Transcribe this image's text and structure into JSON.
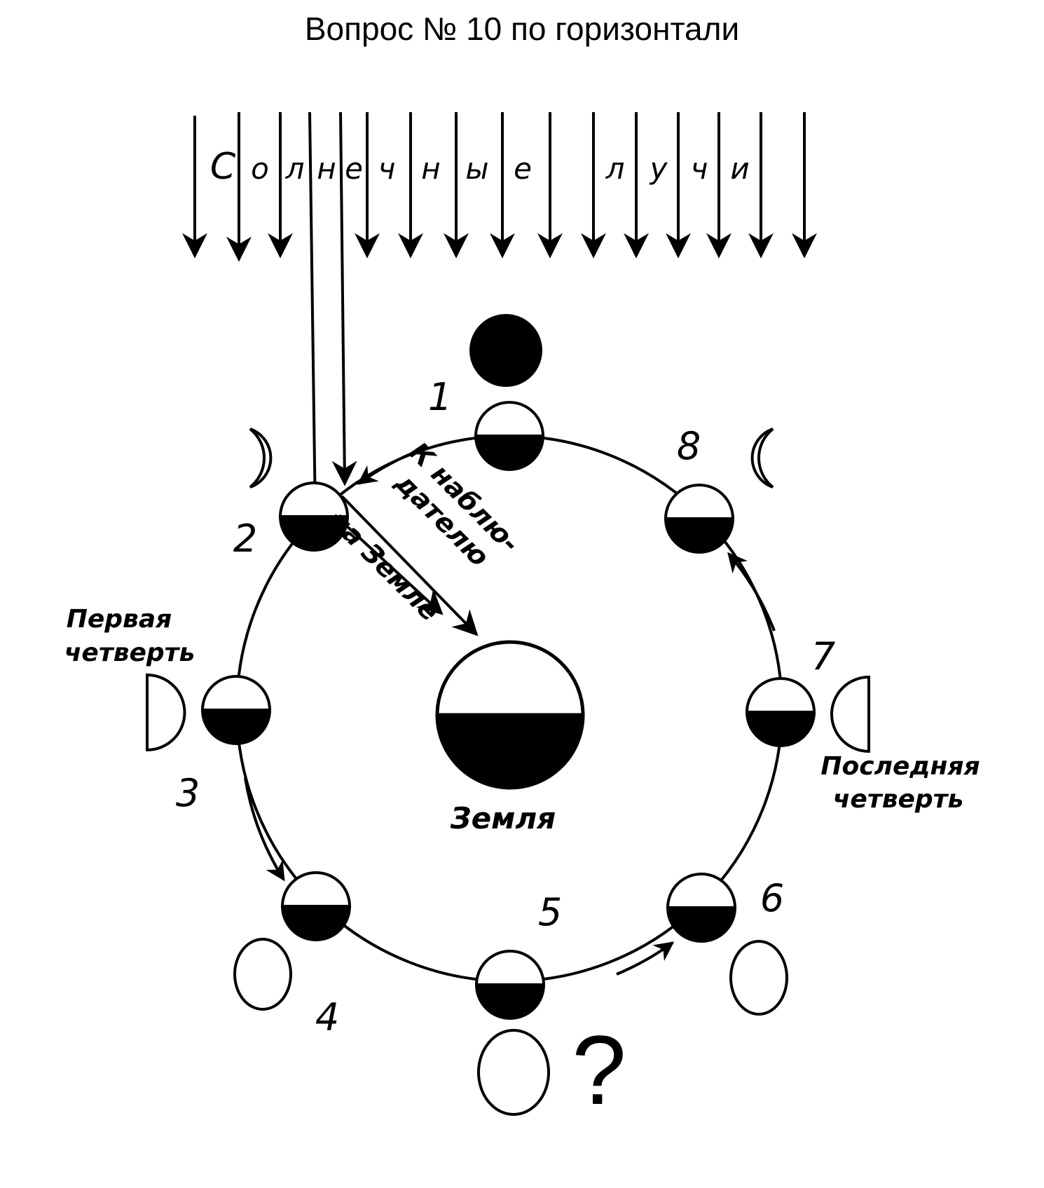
{
  "title": "Вопрос № 10 по горизонтали",
  "sun_rays_letters": [
    "С",
    "о",
    "л",
    "н",
    "е",
    "ч",
    "н",
    "ы",
    "е",
    "л",
    "у",
    "ч",
    "и"
  ],
  "observer_label": [
    "К наблю-",
    "дателю",
    "на Земле"
  ],
  "earth_label": "Земля",
  "first_quarter": [
    "Первая",
    "четверть"
  ],
  "last_quarter": [
    "Последняя",
    "четверть"
  ],
  "positions": [
    "1",
    "2",
    "3",
    "4",
    "5",
    "6",
    "7",
    "8"
  ],
  "question_mark": "?"
}
